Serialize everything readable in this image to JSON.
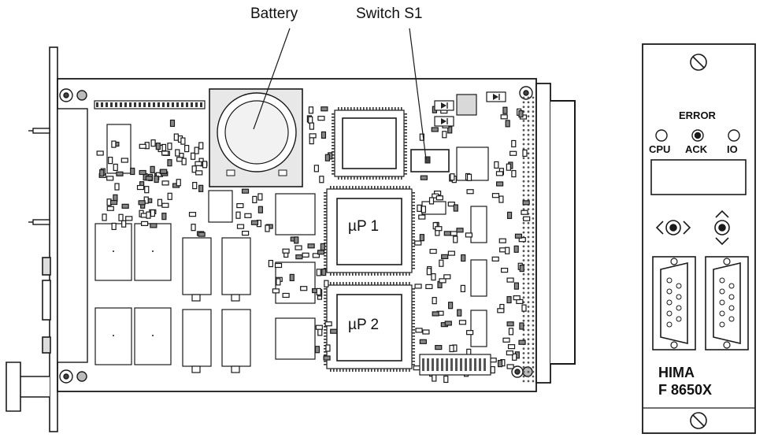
{
  "labels": {
    "battery": "Battery",
    "switch": "Switch S1",
    "cpu1": "µP 1",
    "cpu2": "µP 2"
  },
  "front_panel": {
    "error_label": "ERROR",
    "leds": [
      "CPU",
      "ACK",
      "IO"
    ],
    "brand_line1": "HIMA",
    "brand_line2": "F 8650X"
  },
  "colors": {
    "line": "#1a1a1a",
    "fill_light": "#eeeeee",
    "fill_mid": "#d9d9d9",
    "fill_dark": "#888888",
    "background": "#ffffff"
  }
}
